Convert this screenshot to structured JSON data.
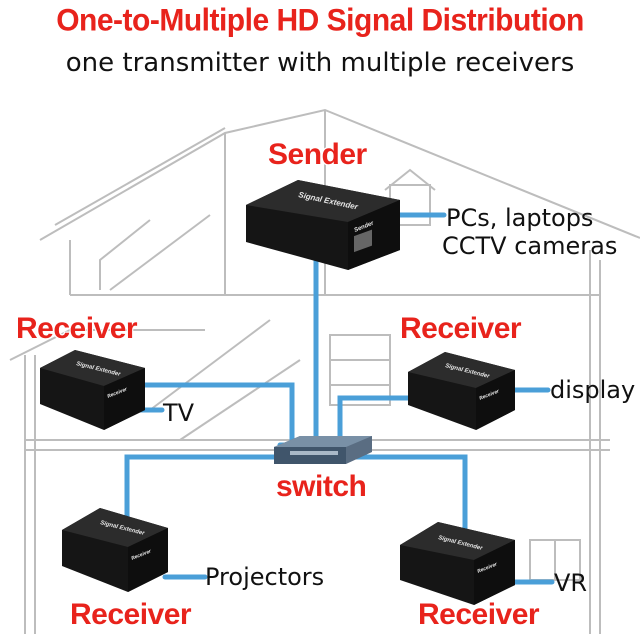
{
  "title": "One-to-Multiple HD Signal Distribution",
  "subtitle": "one transmitter with multiple receivers",
  "colors": {
    "title": "#e8231c",
    "label": "#e8231c",
    "cable": "#4a9fd8",
    "device": "#1b1b1b",
    "house_line": "#bdbdbd"
  },
  "nodes": {
    "sender": {
      "label": "Sender",
      "device_text": "Signal Extender",
      "device_sub": "Sender",
      "connects": [
        "PCs, laptops",
        "CCTV cameras"
      ]
    },
    "switch": {
      "label": "switch"
    },
    "receiver_top_left": {
      "label": "Receiver",
      "device_text": "Signal Extender",
      "device_sub": "Receiver",
      "connects": "TV"
    },
    "receiver_top_right": {
      "label": "Receiver",
      "device_text": "Signal Extender",
      "device_sub": "Receiver",
      "connects": "display"
    },
    "receiver_bottom_left": {
      "label": "Receiver",
      "device_text": "Signal Extender",
      "device_sub": "Receiver",
      "connects": "Projectors"
    },
    "receiver_bottom_right": {
      "label": "Receiver",
      "device_text": "Signal Extender",
      "device_sub": "Receiver",
      "connects": "VR"
    }
  }
}
